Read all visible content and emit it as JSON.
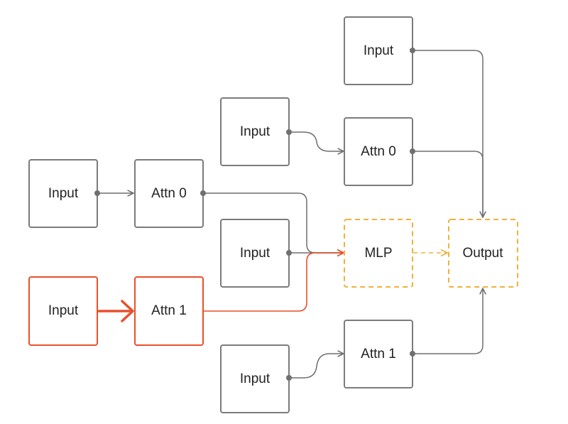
{
  "colors": {
    "box_border": "#7b7b7b",
    "edge": "#6f6f6f",
    "highlight": "#e8502a",
    "dashed": "#f0b23a",
    "text": "#222222"
  },
  "nodes": {
    "input_top": "Input",
    "input_upper": "Input",
    "attn0_upper": "Attn 0",
    "input_left": "Input",
    "attn0_left": "Attn 0",
    "input_middle": "Input",
    "mlp": "MLP",
    "output": "Output",
    "input_highlight": "Input",
    "attn1_highlight": "Attn 1",
    "attn1_lower": "Attn 1",
    "input_bottom": "Input"
  }
}
